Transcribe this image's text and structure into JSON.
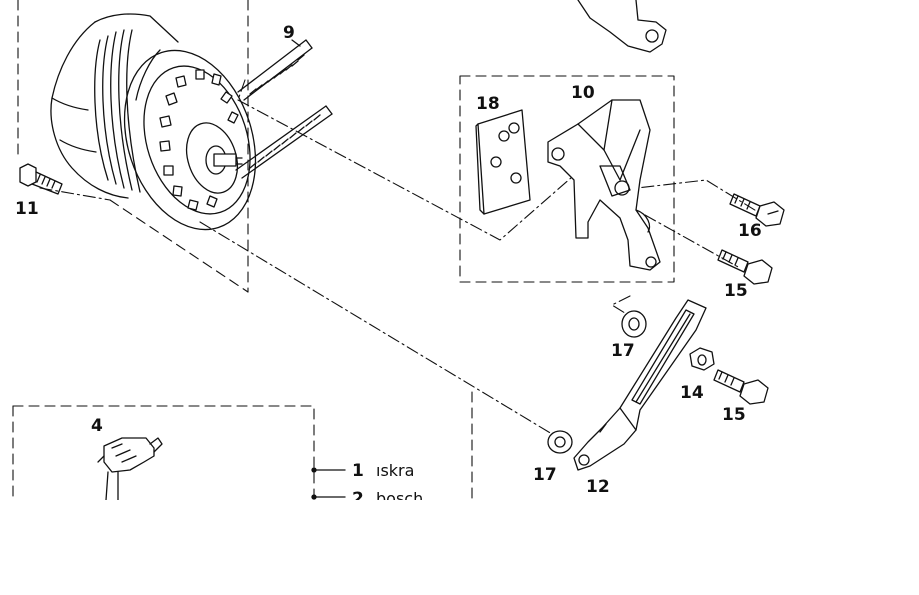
{
  "diagram": {
    "part_labels": {
      "p1": "1",
      "p2": "2",
      "p4": "4",
      "p9": "9",
      "p10": "10",
      "p11": "11",
      "p12": "12",
      "p14": "14",
      "p15a": "15",
      "p15b": "15",
      "p16": "16",
      "p17a": "17",
      "p17b": "17",
      "p18": "18"
    },
    "variant_texts": {
      "v1": "ıskra",
      "v2": "bosch"
    }
  }
}
